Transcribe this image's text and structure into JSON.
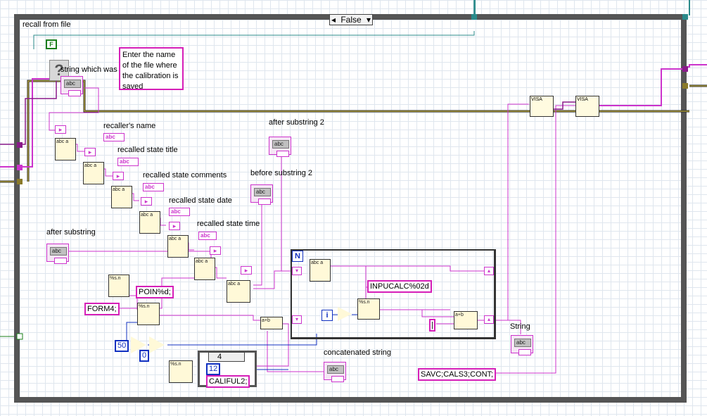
{
  "case_structure": {
    "label": "recall from file",
    "selector_value": "False",
    "selector_arrow_left": "◂",
    "selector_arrow_right": "▾"
  },
  "labels": {
    "string_read": "string which was read",
    "recallers_name": "recaller's name",
    "recalled_state_title": "recalled state title",
    "recalled_state_comments": "recalled state comments",
    "recalled_state_date": "recalled state date",
    "recalled_state_time": "recalled state time",
    "after_substring_2": "after substring 2",
    "before_substring_2": "before substring 2",
    "after_substring": "after substring",
    "concatenated_string": "concatenated string",
    "string": "String"
  },
  "comment_note": "Enter the name of the file where the calibration is saved",
  "constants": {
    "false_const": "F",
    "form4": "FORM4;",
    "poin": "POIN%d;",
    "inpucalc": "INPUCALC%02d",
    "califul2": "CALIFUL2;",
    "savc": "SAVC;CALS3;CONT;",
    "num_50": "50",
    "num_0": "0",
    "num_12": "12",
    "inner_case_value": "4",
    "loop_count_terminal": "N",
    "loop_iteration_terminal": "i",
    "empty_string": "|"
  },
  "indicator_text": {
    "abc": "abc"
  },
  "function_glyphs": {
    "match_pattern": "abc a",
    "format_string": "%s.n",
    "concatenate": "a+b",
    "visa_write": "VISA"
  }
}
